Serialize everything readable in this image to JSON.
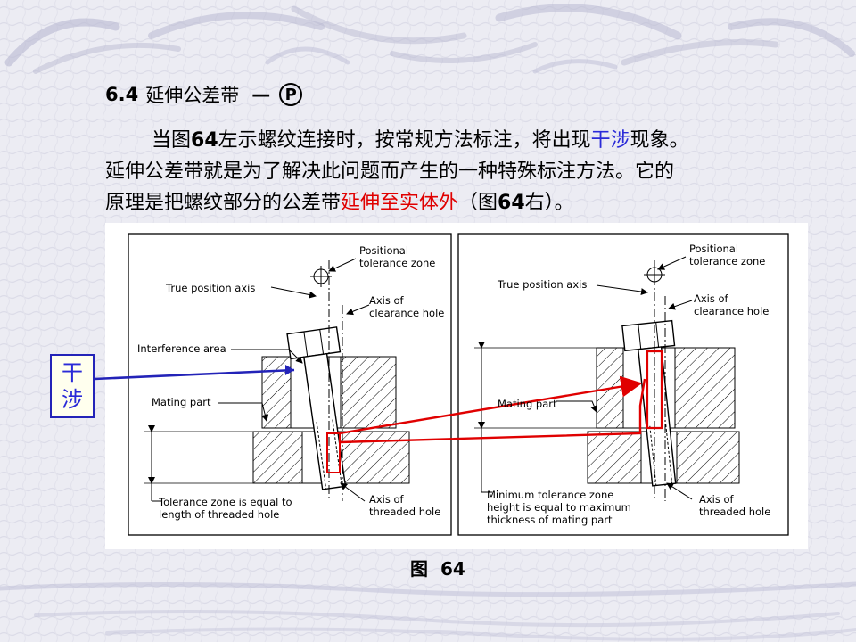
{
  "heading": {
    "number": "6.4",
    "title": "延伸公差带",
    "dash": "—",
    "symbol": "P"
  },
  "paragraph": {
    "line1": {
      "a": "当图",
      "b": "64",
      "c": "左示螺纹连接时，按常规方法标注，将出现",
      "highlight": "干涉",
      "d": "现象。"
    },
    "line2": "延伸公差带就是为了解决此问题而产生的一种特殊标注方法。它的",
    "line3": {
      "a": "原理是把螺纹部分的公差带",
      "highlight": "延伸至实体外",
      "b": "（图",
      "c": "64",
      "d": "右）。"
    }
  },
  "callout": {
    "line1": "干",
    "line2": "涉"
  },
  "figure": {
    "left": {
      "positional_zone": [
        "Positional",
        "tolerance zone"
      ],
      "true_axis": "True position axis",
      "axis_clearance": [
        "Axis of",
        "clearance hole"
      ],
      "interference": "Interference area",
      "mating": "Mating part",
      "tol_zone": [
        "Tolerance zone is equal to",
        "length of threaded hole"
      ],
      "axis_threaded": [
        "Axis of",
        "threaded hole"
      ]
    },
    "right": {
      "positional_zone": [
        "Positional",
        "tolerance zone"
      ],
      "true_axis": "True position axis",
      "axis_clearance": [
        "Axis of",
        "clearance hole"
      ],
      "mating": "Mating part",
      "min_zone": [
        "Minimum tolerance zone",
        "height is equal to maximum",
        "thickness of mating part"
      ],
      "axis_threaded": [
        "Axis of",
        "threaded hole"
      ]
    }
  },
  "caption": {
    "label": "图",
    "number": "64"
  },
  "colors": {
    "highlight_blue": "#2a2ad8",
    "highlight_red": "#e00000",
    "callout_border": "#2323b8",
    "background": "#ececf3"
  }
}
